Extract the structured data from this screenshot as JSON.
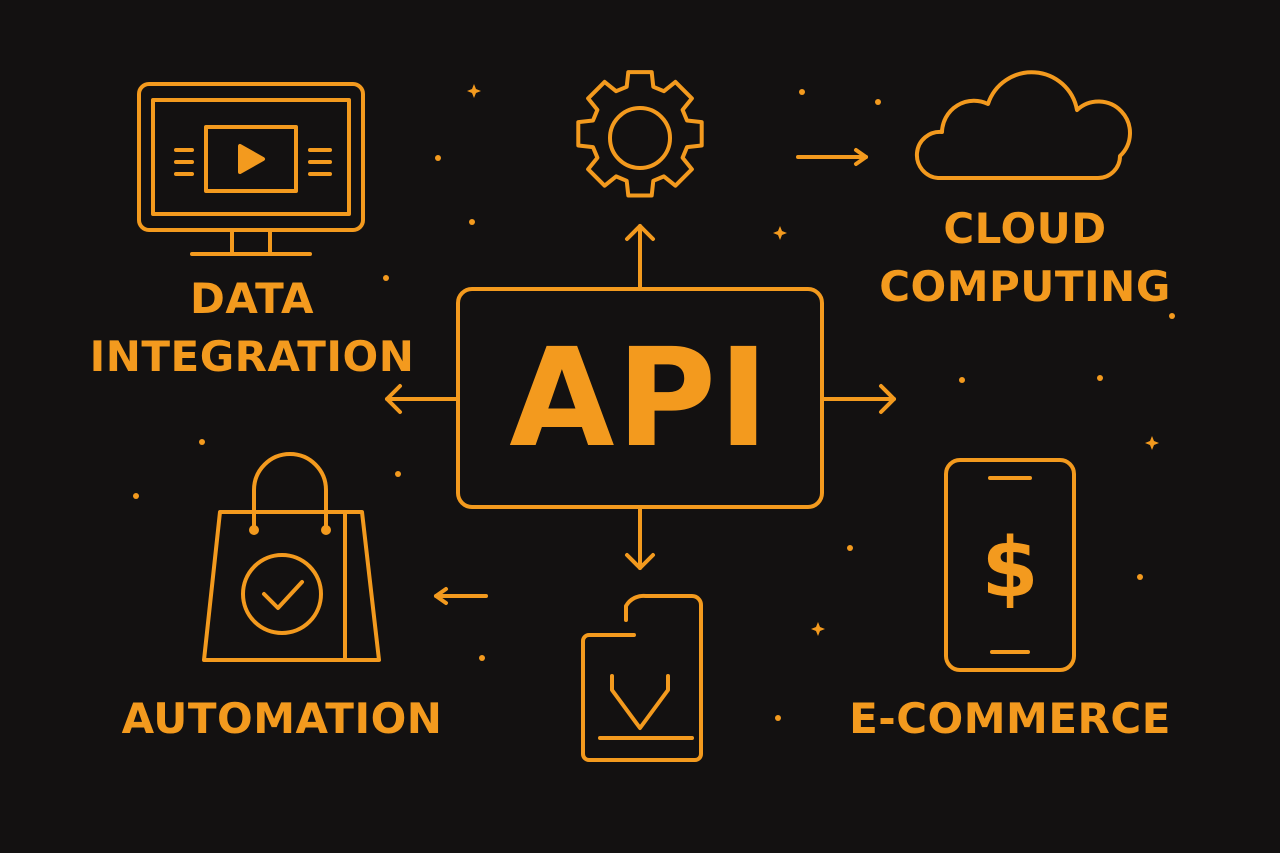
{
  "colors": {
    "background": "#131111",
    "accent": "#F39A1E"
  },
  "center": {
    "label": "API"
  },
  "nodes": [
    {
      "id": "data-integration",
      "lines": [
        "DATA",
        "INTEGRATION"
      ],
      "icon": "monitor-play-icon"
    },
    {
      "id": "settings",
      "lines": [],
      "icon": "gear-icon"
    },
    {
      "id": "cloud-computing",
      "lines": [
        "CLOUD",
        "COMPUTING"
      ],
      "icon": "cloud-icon"
    },
    {
      "id": "automation",
      "lines": [
        "AUTOMATION"
      ],
      "icon": "shopping-bag-check-icon"
    },
    {
      "id": "download",
      "lines": [],
      "icon": "document-download-icon"
    },
    {
      "id": "e-commerce",
      "lines": [
        "E-COMMERCE"
      ],
      "icon": "smartphone-dollar-icon"
    }
  ],
  "icon_glyphs": {
    "dollar": "$"
  }
}
